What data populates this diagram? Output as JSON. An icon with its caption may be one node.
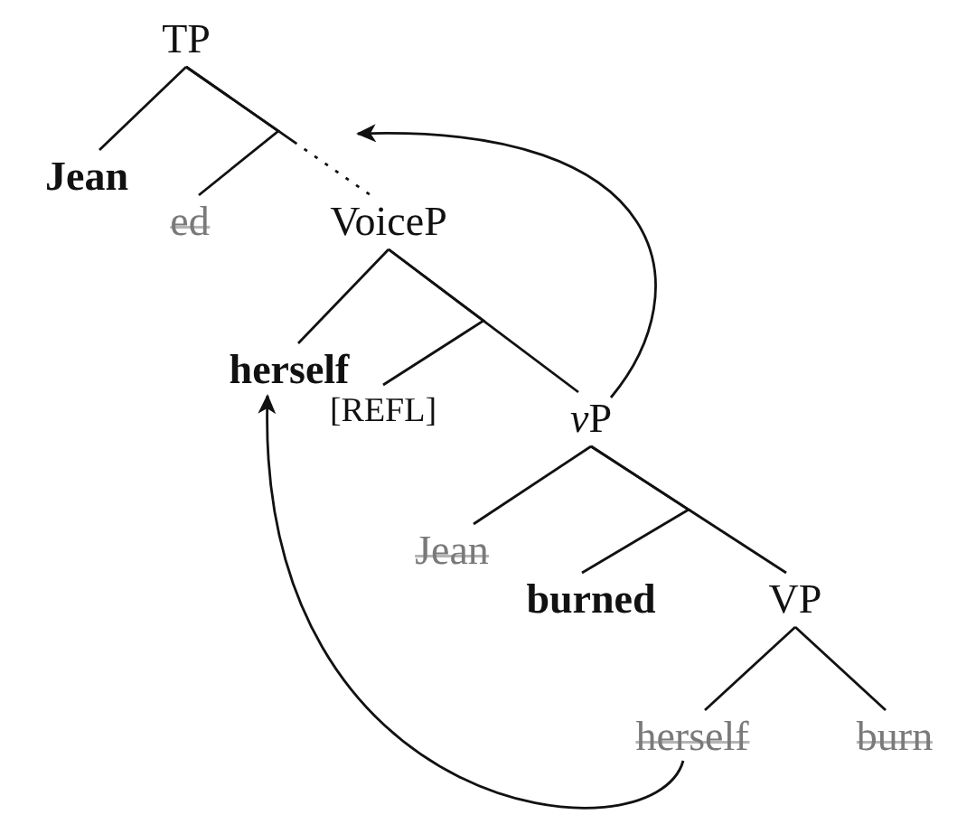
{
  "diagram": {
    "nodes": [
      {
        "text": [
          "TP"
        ]
      },
      {
        "text": [
          "Jean"
        ]
      },
      {
        "text": [
          "ed"
        ]
      },
      {
        "text": [
          "VoiceP"
        ]
      },
      {
        "text": [
          "herself"
        ]
      },
      {
        "text": [
          "[REFL]"
        ]
      },
      {
        "text": [
          "vP"
        ]
      },
      {
        "text": [
          "Jean"
        ]
      },
      {
        "text": [
          "burned"
        ]
      },
      {
        "text": [
          "VP"
        ]
      },
      {
        "text": [
          "herself"
        ]
      },
      {
        "text": [
          "burn"
        ]
      }
    ],
    "edges": [
      {
        "from": 0,
        "to": 1,
        "arrow": "none"
      },
      {
        "from": 0,
        "to": 2,
        "arrow": "none"
      },
      {
        "from": 0,
        "to": 3,
        "arrow": "none",
        "style": "dashed"
      },
      {
        "from": 3,
        "to": 4,
        "arrow": "none"
      },
      {
        "from": 3,
        "to": 5,
        "arrow": "none"
      },
      {
        "from": 3,
        "to": 6,
        "arrow": "none"
      },
      {
        "from": 6,
        "to": 7,
        "arrow": "none"
      },
      {
        "from": 6,
        "to": 8,
        "arrow": "none"
      },
      {
        "from": 6,
        "to": 9,
        "arrow": "none"
      },
      {
        "from": 9,
        "to": 10,
        "arrow": "none"
      },
      {
        "from": 9,
        "to": 11,
        "arrow": "none"
      },
      {
        "from": 6,
        "to": null,
        "arrow": "to"
      },
      {
        "from": 10,
        "to": 4,
        "arrow": "to"
      }
    ]
  }
}
